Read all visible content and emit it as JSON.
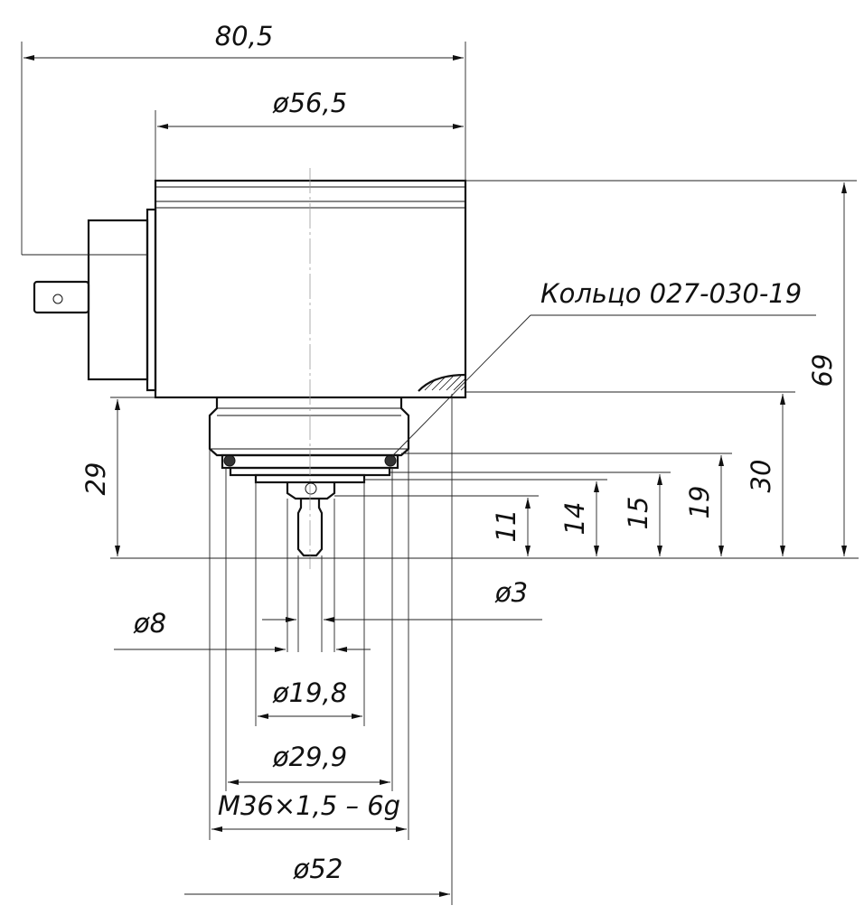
{
  "drawing": {
    "dimensions": {
      "overall_width": "80,5",
      "body_diameter": "ø56,5",
      "total_height": "69",
      "flange_height": "30",
      "h29": "29",
      "h19": "19",
      "h15": "15",
      "h14": "14",
      "h11": "11",
      "pin_diameter": "ø3",
      "pin_outer_diameter": "ø8",
      "d19_8": "ø19,8",
      "d29_9": "ø29,9",
      "thread": "M36×1,5 – 6g",
      "d52": "ø52"
    },
    "callout": {
      "ring_label": "Кольцо 027-030-19"
    }
  }
}
